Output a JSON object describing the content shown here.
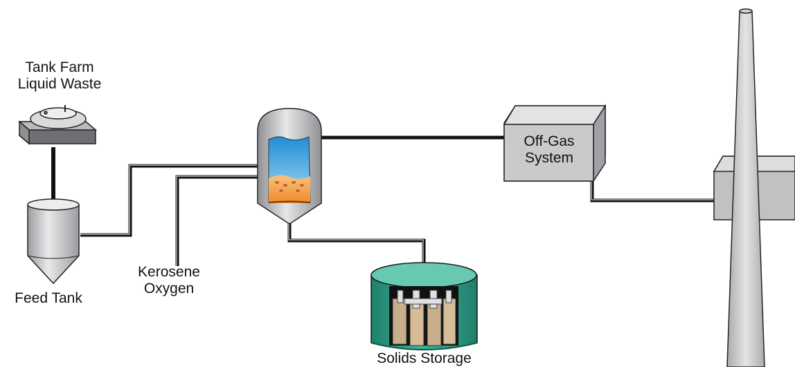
{
  "labels": {
    "tank_farm_line1": "Tank Farm",
    "tank_farm_line2": "Liquid Waste",
    "feed_tank": "Feed Tank",
    "kerosene": "Kerosene",
    "oxygen": "Oxygen",
    "off_gas_line1": "Off-Gas",
    "off_gas_line2": "System",
    "solids_storage": "Solids Storage"
  },
  "colors": {
    "pipe": "#111111",
    "equipment_gray": "#c8c9cb",
    "equipment_dark": "#8e9093",
    "bed_orange": "#f2a04e",
    "sky_blue": "#2f9fe0",
    "storage_green": "#2f9d88",
    "canister_tan": "#c8ad8a"
  },
  "icons": {
    "tank_farm": "tank-farm-icon",
    "feed_tank": "feed-tank-icon",
    "calciner": "calciner-vessel-icon",
    "off_gas": "off-gas-box-icon",
    "solids_storage": "bin-set-icon",
    "stack": "stack-icon"
  }
}
